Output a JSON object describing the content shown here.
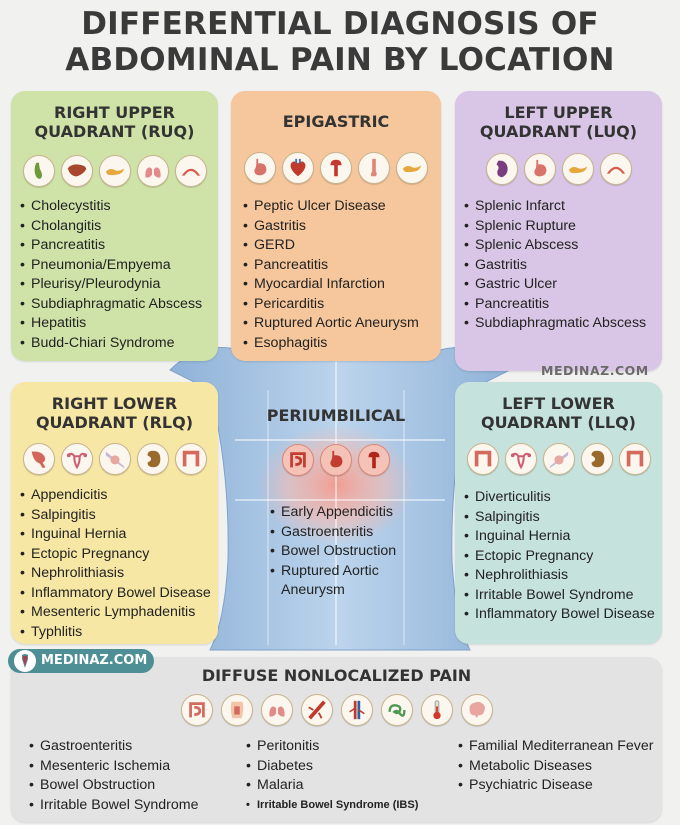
{
  "title": {
    "line1": "DIFFERENTIAL DIAGNOSIS OF",
    "line2": "ABDOMINAL PAIN BY LOCATION"
  },
  "watermark": "MEDINAZ.COM",
  "badge": "MEDINAZ.COM",
  "colors": {
    "ruq": "#cfe3a8",
    "epigastric": "#f6c79c",
    "luq": "#d9c6e6",
    "rlq": "#f7e7a4",
    "llq": "#c6e2dc",
    "diffuse": "#e3e3e3",
    "badge": "#4d8f95",
    "silhouette": "#a9c6e4"
  },
  "ruq": {
    "title_line1": "RIGHT UPPER",
    "title_line2": "QUADRANT (RUQ)",
    "icons": [
      "gallbladder-icon",
      "liver-icon",
      "pancreas-icon",
      "lungs-icon",
      "diaphragm-icon"
    ],
    "items": [
      "Cholecystitis",
      "Cholangitis",
      "Pancreatitis",
      "Pneumonia/Empyema",
      "Pleurisy/Pleurodynia",
      "Subdiaphragmatic Abscess",
      "Hepatitis",
      "Budd-Chiari Syndrome"
    ]
  },
  "epigastric": {
    "title": "EPIGASTRIC",
    "icons": [
      "stomach-icon",
      "heart-icon",
      "aorta-icon",
      "esophagus-icon",
      "pancreas-icon"
    ],
    "items": [
      "Peptic Ulcer Disease",
      "Gastritis",
      "GERD",
      "Pancreatitis",
      "Myocardial Infarction",
      "Pericarditis",
      "Ruptured Aortic Aneurysm",
      "Esophagitis"
    ]
  },
  "luq": {
    "title_line1": "LEFT UPPER",
    "title_line2": "QUADRANT (LUQ)",
    "icons": [
      "spleen-icon",
      "stomach-icon",
      "pancreas-icon",
      "diaphragm-icon"
    ],
    "items": [
      "Splenic Infarct",
      "Splenic Rupture",
      "Splenic Abscess",
      "Gastritis",
      "Gastric Ulcer",
      "Pancreatitis",
      "Subdiaphragmatic Abscess"
    ]
  },
  "rlq": {
    "title_line1": "RIGHT LOWER",
    "title_line2": "QUADRANT (RLQ)",
    "icons": [
      "appendix-icon",
      "uterus-icon",
      "hernia-icon",
      "kidney-icon",
      "colon-icon"
    ],
    "items": [
      "Appendicitis",
      "Salpingitis",
      "Inguinal Hernia",
      "Ectopic Pregnancy",
      "Nephrolithiasis",
      "Inflammatory Bowel Disease",
      "Mesenteric Lymphadenitis",
      "Typhlitis"
    ]
  },
  "periumbilical": {
    "title": "PERIUMBILICAL",
    "icons": [
      "intestine-icon",
      "stomach-icon",
      "aorta-icon"
    ],
    "items": [
      "Early Appendicitis",
      "Gastroenteritis",
      "Bowel Obstruction",
      "Ruptured Aortic"
    ],
    "item_continuation": "Aneurysm"
  },
  "llq": {
    "title_line1": "LEFT LOWER",
    "title_line2": "QUADRANT (LLQ)",
    "icons": [
      "colon-icon",
      "uterus-icon",
      "hernia-icon",
      "kidney-icon",
      "colon-icon"
    ],
    "items": [
      "Diverticulitis",
      "Salpingitis",
      "Inguinal Hernia",
      "Ectopic Pregnancy",
      "Nephrolithiasis",
      "Irritable Bowel Syndrome",
      "Inflammatory Bowel Disease"
    ]
  },
  "diffuse": {
    "title": "DIFFUSE NONLOCALIZED PAIN",
    "icons": [
      "intestine-icon",
      "abdomen-icon",
      "lungs-icon",
      "blood-vessel-icon",
      "artery-vein-icon",
      "parasite-icon",
      "thermometer-icon",
      "brain-icon"
    ],
    "col1": [
      "Gastroenteritis",
      "Mesenteric Ischemia",
      "Bowel Obstruction",
      "Irritable Bowel Syndrome"
    ],
    "col2": [
      "Peritonitis",
      "Diabetes",
      "Malaria"
    ],
    "col2_small": "Irritable Bowel Syndrome (IBS)",
    "col3": [
      "Familial Mediterranean Fever",
      "Metabolic Diseases",
      "Psychiatric Disease"
    ]
  }
}
